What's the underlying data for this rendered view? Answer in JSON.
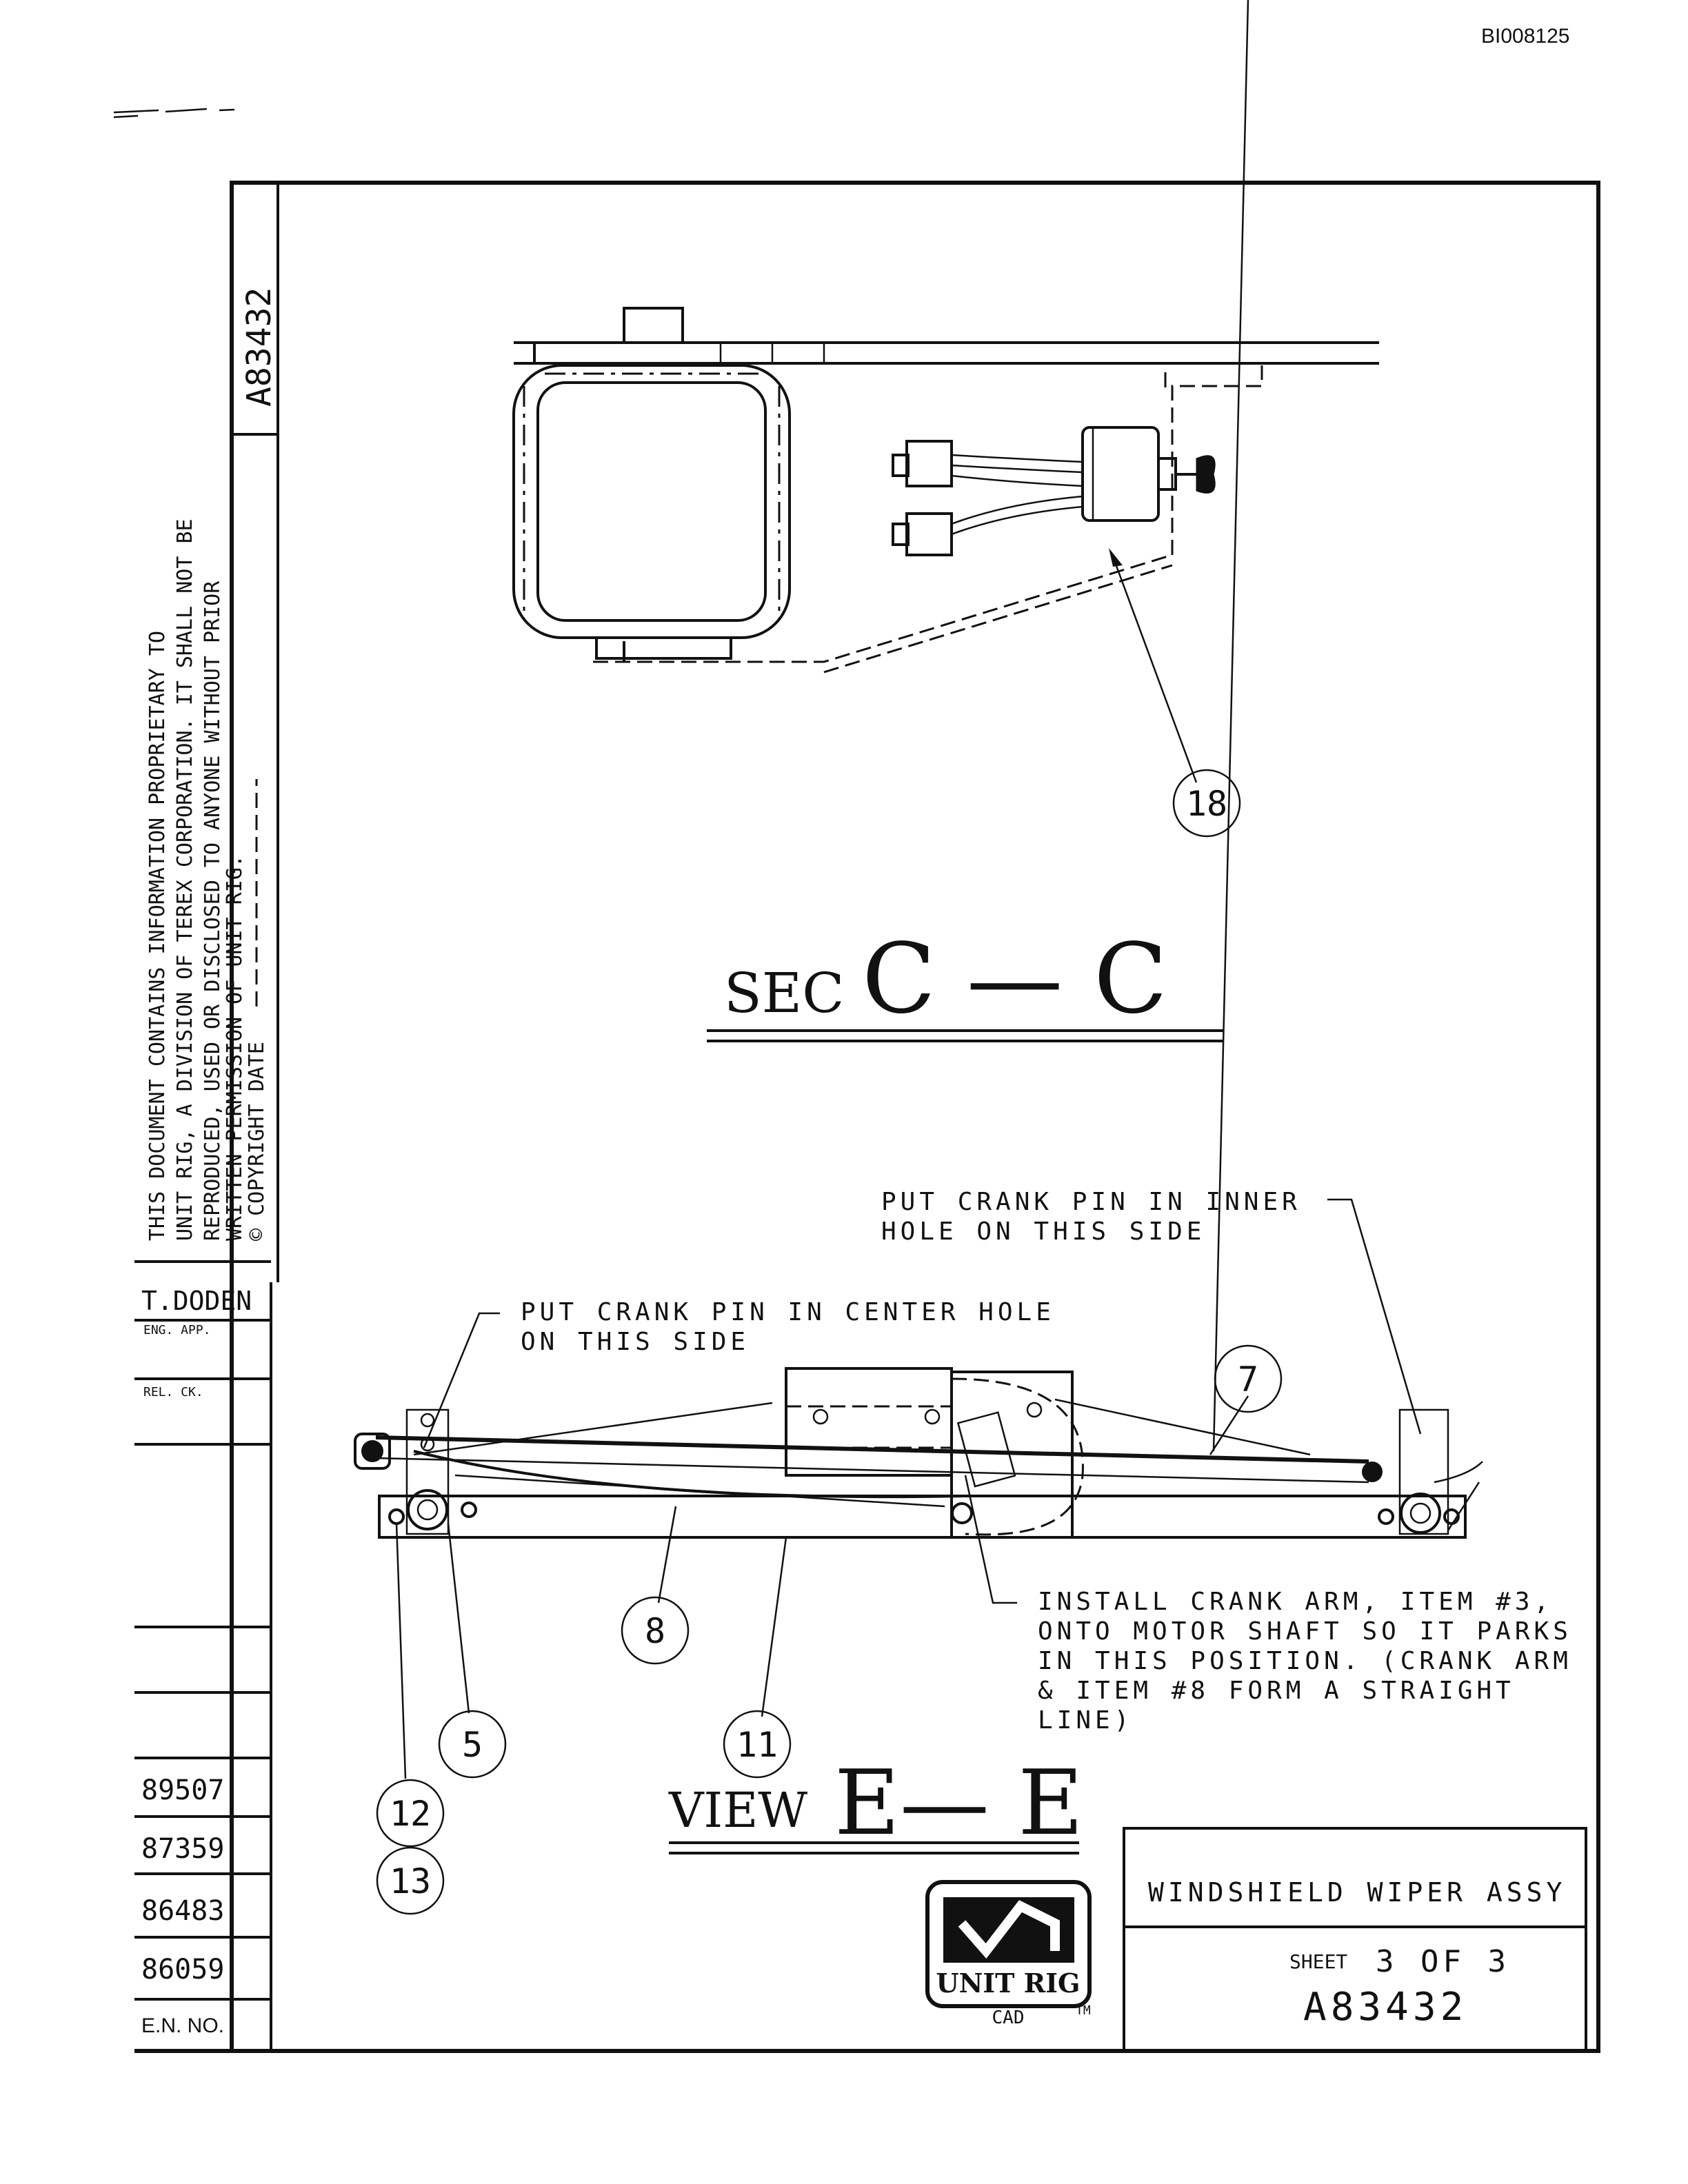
{
  "header": {
    "doc_code": "BI008125"
  },
  "title_strip": {
    "drawing_number": "A83432"
  },
  "proprietary_notice": {
    "lines": [
      "THIS DOCUMENT CONTAINS INFORMATION PROPRIETARY TO",
      "UNIT RIG, A DIVISION OF TEREX CORPORATION. IT SHALL NOT BE",
      "REPRODUCED, USED OR DISCLOSED TO ANYONE WITHOUT PRIOR",
      "WRITTEN PERMISSION OF UNIT RIG.",
      "© COPYRIGHT DATE"
    ]
  },
  "approvals": {
    "drawn_by": "T.DODEN",
    "eng_app_label": "ENG. APP.",
    "rel_ck_label": "REL. CK."
  },
  "revisions": {
    "numbers": [
      "89507",
      "87359",
      "86483",
      "86059"
    ],
    "column_label": "E.N. NO."
  },
  "section_cc": {
    "title_prefix": "SEC",
    "title_main": "C — C",
    "callouts": {
      "item_18": "18"
    }
  },
  "view_ee": {
    "title_prefix": "VIEW",
    "title_main": "E— E",
    "note_inner_hole": [
      "PUT CRANK PIN IN INNER",
      "HOLE ON THIS SIDE"
    ],
    "note_center_hole": [
      "PUT CRANK PIN IN CENTER HOLE",
      "ON THIS SIDE"
    ],
    "note_crank_arm": [
      "INSTALL CRANK ARM, ITEM #3,",
      "ONTO MOTOR SHAFT SO IT PARKS",
      "IN THIS POSITION. (CRANK ARM",
      "& ITEM #8 FORM A STRAIGHT",
      "LINE)"
    ],
    "callouts": {
      "item_7": "7",
      "item_8": "8",
      "item_5": "5",
      "item_11": "11",
      "item_12": "12",
      "item_13": "13"
    }
  },
  "title_block": {
    "title": "WINDSHIELD WIPER ASSY",
    "sheet_label": "SHEET",
    "sheet_text": "3 OF 3",
    "drawing_number": "A83432",
    "logo_text": "UNIT RIG",
    "logo_sub": "CAD",
    "logo_tm": "TM"
  }
}
